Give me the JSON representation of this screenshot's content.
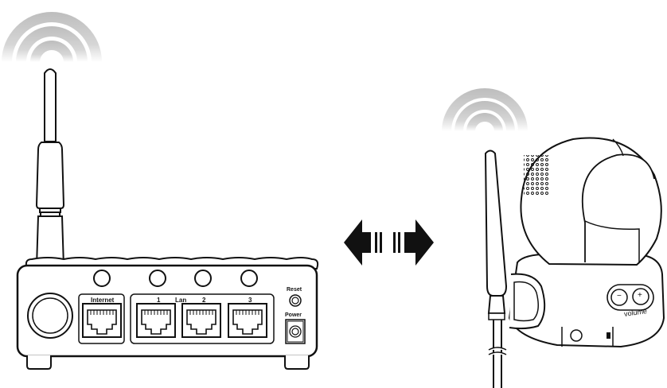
{
  "diagram": {
    "type": "connection-illustration",
    "router": {
      "port_labels": {
        "internet": "Internet",
        "lan": "Lan",
        "lan1": "1",
        "lan2": "2",
        "lan3": "3",
        "reset": "Reset",
        "power": "Power"
      },
      "port_count": 4,
      "led_count": 4
    },
    "camera": {
      "volume_label": "volume",
      "minus": "−",
      "plus": "+"
    },
    "icons": {
      "router_wifi": "wifi-signal-icon",
      "camera_wifi": "wifi-signal-icon",
      "link": "bidirectional-arrow-icon"
    },
    "colors": {
      "line": "#111111",
      "signal": "#c8c8c8",
      "background": "#ffffff"
    }
  }
}
